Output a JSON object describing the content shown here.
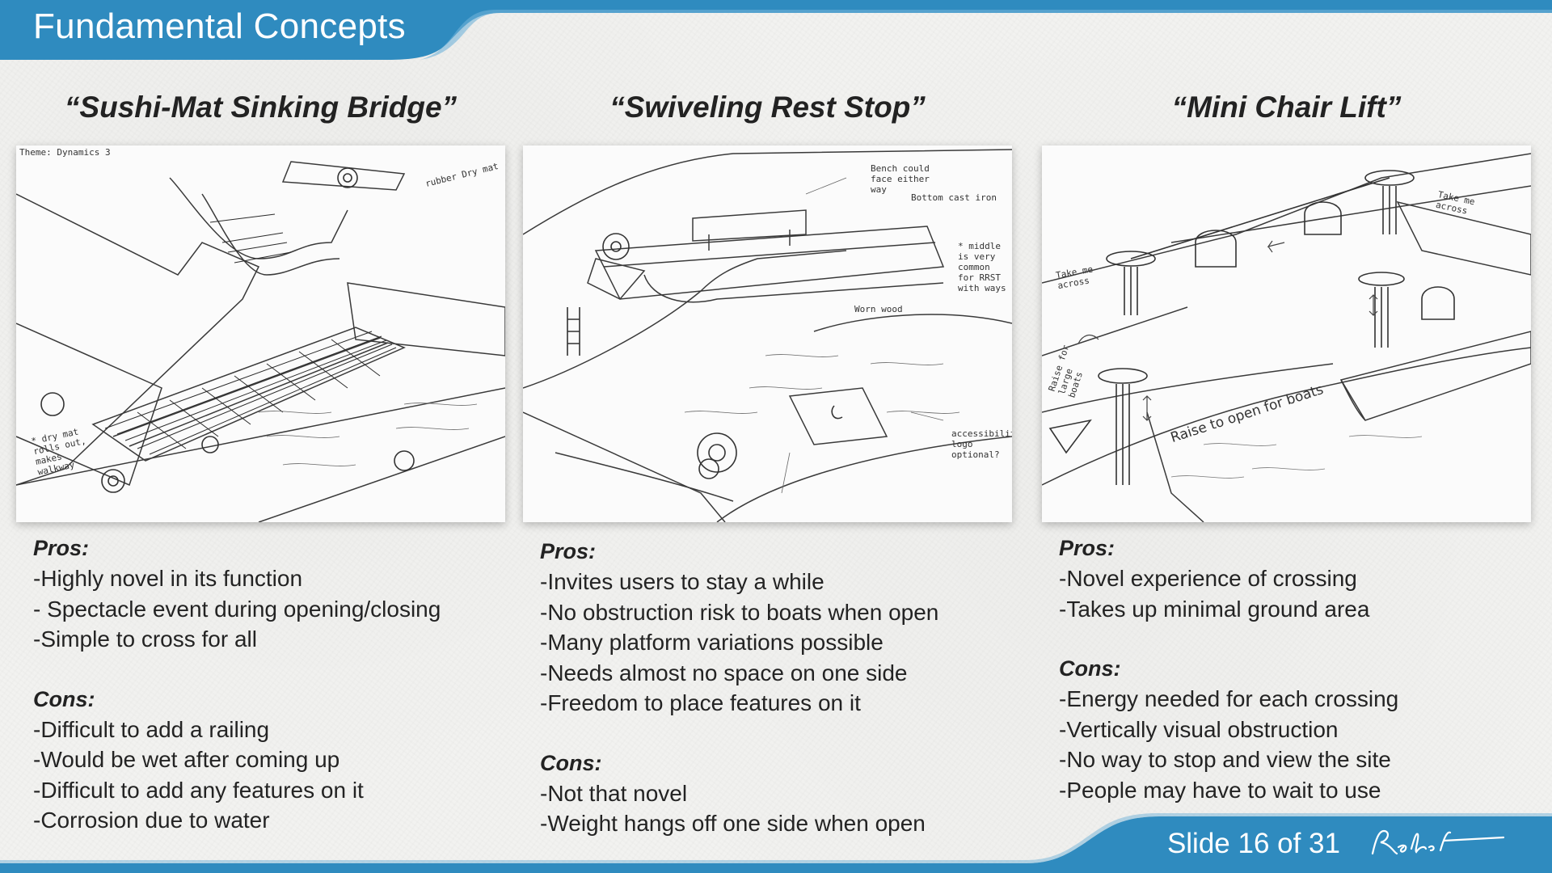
{
  "header": {
    "title": "Fundamental Concepts"
  },
  "footer": {
    "slide_number": "Slide 16 of 31"
  },
  "columns": [
    {
      "title": "“Sushi-Mat Sinking Bridge”",
      "sketch_notes": [
        "Theme: Dynamics 3",
        "rubber Dry mat",
        "* dry mat rolls out, makes walkway"
      ],
      "pros_label": "Pros:",
      "pros": [
        "-Highly novel in its function",
        "- Spectacle event during opening/closing",
        "-Simple to cross for all"
      ],
      "cons_label": "Cons:",
      "cons": [
        "-Difficult to add a railing",
        "-Would be wet after coming up",
        "-Difficult to add any features on it",
        "-Corrosion due to water"
      ]
    },
    {
      "title": "“Swiveling Rest Stop”",
      "sketch_notes": [
        "Bench could face either way",
        "Bottom cast iron",
        "* middle is very common for RRST with ways",
        "Worn wood",
        "accessibility logo optional?"
      ],
      "pros_label": "Pros:",
      "pros": [
        "-Invites users to stay a while",
        "-No obstruction risk to boats when open",
        "-Many platform variations possible",
        "-Needs almost no space on one side",
        "-Freedom to place features on it"
      ],
      "cons_label": "Cons:",
      "cons": [
        "-Not that novel",
        "-Weight hangs off one side when open"
      ]
    },
    {
      "title": "“Mini Chair Lift”",
      "sketch_notes": [
        "Take me across",
        "Take me across",
        "Raise for large boats",
        "Raise to open for boats"
      ],
      "pros_label": "Pros:",
      "pros": [
        "-Novel experience of crossing",
        "-Takes up minimal ground area"
      ],
      "cons_label": "Cons:",
      "cons": [
        "-Energy needed for each crossing",
        "-Vertically visual obstruction",
        "-No way to stop and view the site",
        "-People may have to wait to use"
      ]
    }
  ],
  "colors": {
    "banner": "#2f8bbf",
    "banner_dark": "#1f6f9e"
  }
}
